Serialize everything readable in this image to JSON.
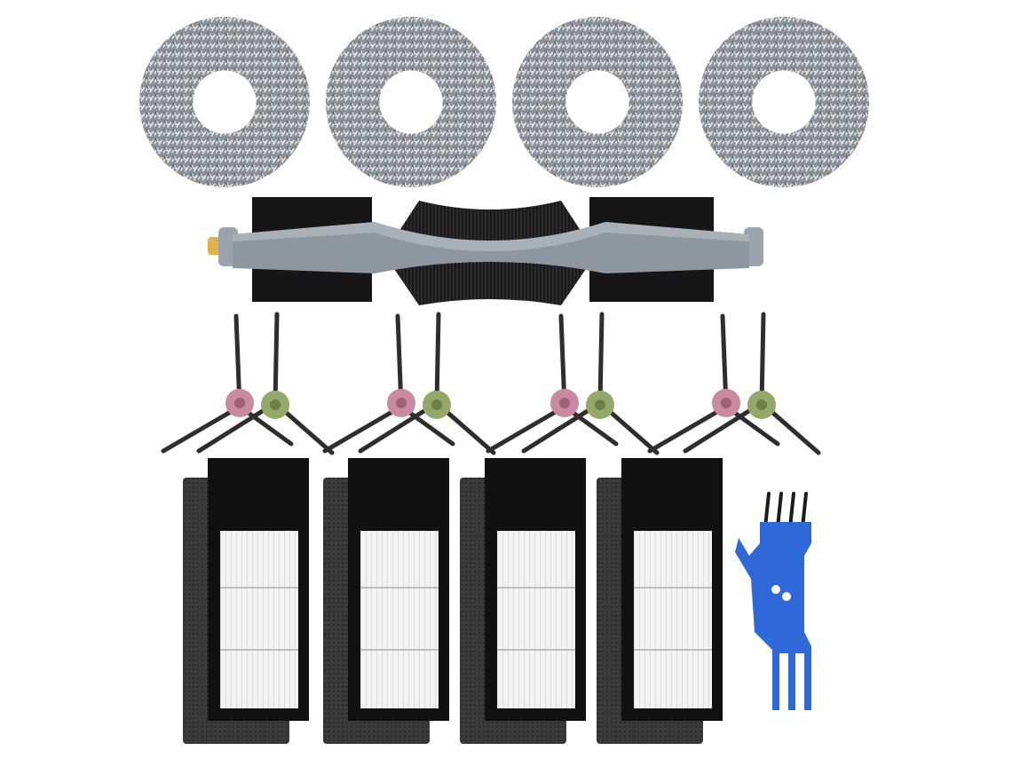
{
  "scene": {
    "background_color": "#ffffff",
    "components": {
      "mop_pads": {
        "count": 4,
        "icon": "mop-pad-icon",
        "color": "#8c9095",
        "accent": "#3b4f7a"
      },
      "main_brush": {
        "count": 1,
        "icon": "roller-brush-icon",
        "frame_color": "#8e979f",
        "bristle_color": "#1f1f1f"
      },
      "side_brushes": {
        "count": 8,
        "icon": "side-brush-icon",
        "hub_colors": [
          "#c98aa0",
          "#95a86a"
        ]
      },
      "filters": {
        "count": 4,
        "icon": "hepa-filter-icon",
        "frame_color": "#111111",
        "pleat_color": "#f3f3f3",
        "sponge_color": "#3a3a3a"
      },
      "cleaning_tool": {
        "count": 1,
        "icon": "cleaning-tool-icon",
        "color": "#2f68d8"
      }
    }
  }
}
